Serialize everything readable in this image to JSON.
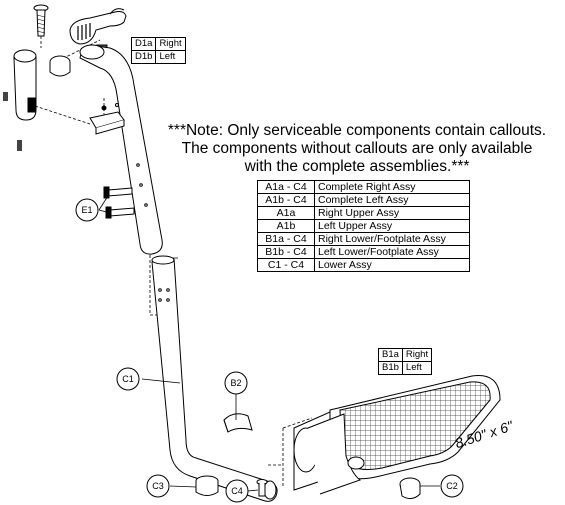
{
  "note": {
    "line1": "***Note: Only serviceable components contain callouts.",
    "line2": "The components without callouts are only available",
    "line3": "with the complete assemblies.***"
  },
  "assemblies": [
    {
      "code": "A1a - C4",
      "description": "Complete Right Assy"
    },
    {
      "code": "A1b - C4",
      "description": "Complete Left Assy"
    },
    {
      "code": "A1a",
      "description": "Right Upper Assy"
    },
    {
      "code": "A1b",
      "description": "Left Upper Assy"
    },
    {
      "code": "B1a - C4",
      "description": "Right Lower/Footplate Assy"
    },
    {
      "code": "B1b - C4",
      "description": "Left Lower/Footplate Assy"
    },
    {
      "code": "C1 - C4",
      "description": "Lower Assy"
    }
  ],
  "d1_table": [
    {
      "code": "D1a",
      "side": "Right"
    },
    {
      "code": "D1b",
      "side": "Left"
    }
  ],
  "b1_table": [
    {
      "code": "B1a",
      "side": "Right"
    },
    {
      "code": "B1b",
      "side": "Left"
    }
  ],
  "callouts": {
    "e1": "E1",
    "c1": "C1",
    "b2": "B2",
    "c3": "C3",
    "c4": "C4",
    "c2": "C2"
  },
  "footplate_size": "8.50\" x 6\""
}
